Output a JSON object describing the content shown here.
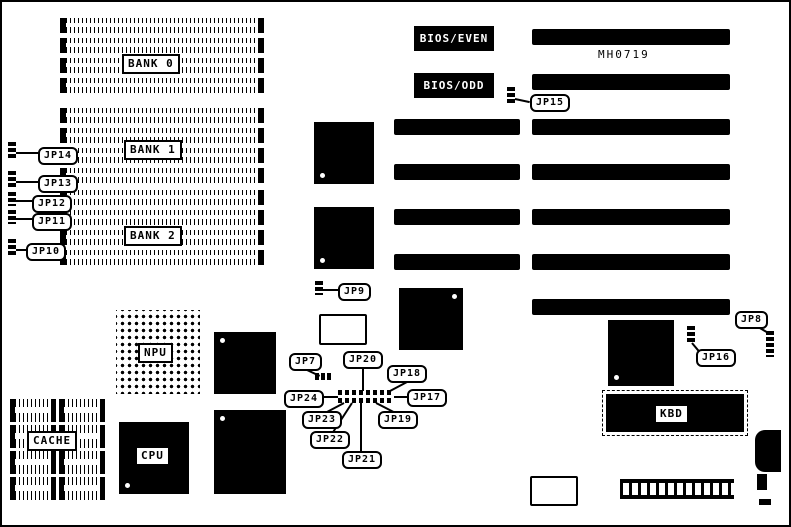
{
  "diagram": {
    "board_id": "MH0719",
    "memory_banks": {
      "bank0": "BANK 0",
      "bank1": "BANK 1",
      "bank2": "BANK 2"
    },
    "bios": {
      "even": "BIOS/EVEN",
      "odd": "BIOS/ODD"
    },
    "components": {
      "npu": "NPU",
      "cpu": "CPU",
      "cache": "CACHE",
      "kbd": "KBD"
    },
    "jumpers": {
      "jp7": "JP7",
      "jp8": "JP8",
      "jp9": "JP9",
      "jp10": "JP10",
      "jp11": "JP11",
      "jp12": "JP12",
      "jp13": "JP13",
      "jp14": "JP14",
      "jp15": "JP15",
      "jp16": "JP16",
      "jp17": "JP17",
      "jp18": "JP18",
      "jp19": "JP19",
      "jp20": "JP20",
      "jp21": "JP21",
      "jp22": "JP22",
      "jp23": "JP23",
      "jp24": "JP24"
    }
  }
}
